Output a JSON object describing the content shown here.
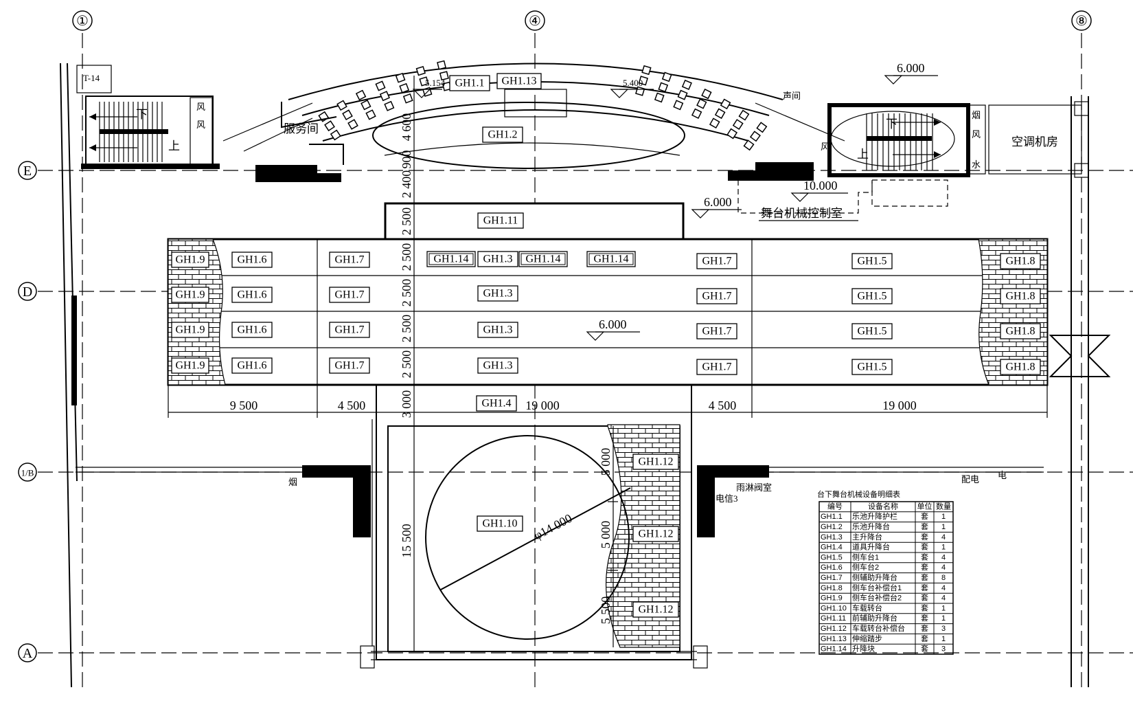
{
  "grid_bubbles": {
    "col_1": "①",
    "col_4": "④",
    "col_8": "⑧",
    "row_E": "E",
    "row_D": "D",
    "row_1B": "1/B",
    "row_A": "A"
  },
  "room_labels": {
    "service": "服务间",
    "sound": "声间",
    "ac_room": "空调机房",
    "stage_control": "舞台机械控制室",
    "shower": "雨淋阀室",
    "telecom": "电信3",
    "power": "配电",
    "elec": "电",
    "smoke_left": "烟",
    "stair_down": "下",
    "stair_up": "上",
    "wind": "风",
    "smoke": "烟",
    "water": "水",
    "t14": "T-14"
  },
  "elevations": {
    "e1": "6.000",
    "e2": "6.000",
    "e3": "10.000",
    "e4": "6.000",
    "e5": "5.400",
    "e6": "5.154"
  },
  "dimensions": {
    "h1": "9 500",
    "h2": "4 500",
    "h3": "19 000",
    "h4": "4 500",
    "h5": "19 000",
    "v1": "4 600",
    "v2": "900",
    "v3": "2 400",
    "v4": "2 500",
    "v5": "2 500",
    "v6": "2 500",
    "v7": "2 500",
    "v8": "2 500",
    "v9": "3 000",
    "v10": "15 500",
    "v11": "5 000",
    "v12": "5 000",
    "v13": "5 500",
    "diameter": "φ14 000"
  },
  "tags": {
    "gh1_1": "GH1.1",
    "gh1_13": "GH1.13",
    "gh1_2": "GH1.2",
    "gh1_11": "GH1.11",
    "gh1_14": "GH1.14",
    "gh1_3": "GH1.3",
    "gh1_4": "GH1.4",
    "gh1_5": "GH1.5",
    "gh1_6": "GH1.6",
    "gh1_7": "GH1.7",
    "gh1_8": "GH1.8",
    "gh1_9": "GH1.9",
    "gh1_10": "GH1.10",
    "gh1_12": "GH1.12"
  },
  "equipment_table": {
    "title": "台下舞台机械设备明细表",
    "headers": [
      "编号",
      "设备名称",
      "单位",
      "数量"
    ],
    "rows": [
      [
        "GH1.1",
        "乐池升降护栏",
        "套",
        "1"
      ],
      [
        "GH1.2",
        "乐池升降台",
        "套",
        "1"
      ],
      [
        "GH1.3",
        "主升降台",
        "套",
        "4"
      ],
      [
        "GH1.4",
        "道具升降台",
        "套",
        "1"
      ],
      [
        "GH1.5",
        "侧车台1",
        "套",
        "4"
      ],
      [
        "GH1.6",
        "侧车台2",
        "套",
        "4"
      ],
      [
        "GH1.7",
        "侧辅助升降台",
        "套",
        "8"
      ],
      [
        "GH1.8",
        "侧车台补偿台1",
        "套",
        "4"
      ],
      [
        "GH1.9",
        "侧车台补偿台2",
        "套",
        "4"
      ],
      [
        "GH1.10",
        "车载转台",
        "套",
        "1"
      ],
      [
        "GH1.11",
        "前辅助升降台",
        "套",
        "1"
      ],
      [
        "GH1.12",
        "车载转台补偿台",
        "套",
        "3"
      ],
      [
        "GH1.13",
        "伸缩踏步",
        "套",
        "1"
      ],
      [
        "GH1.14",
        "升降块",
        "套",
        "3"
      ]
    ]
  }
}
